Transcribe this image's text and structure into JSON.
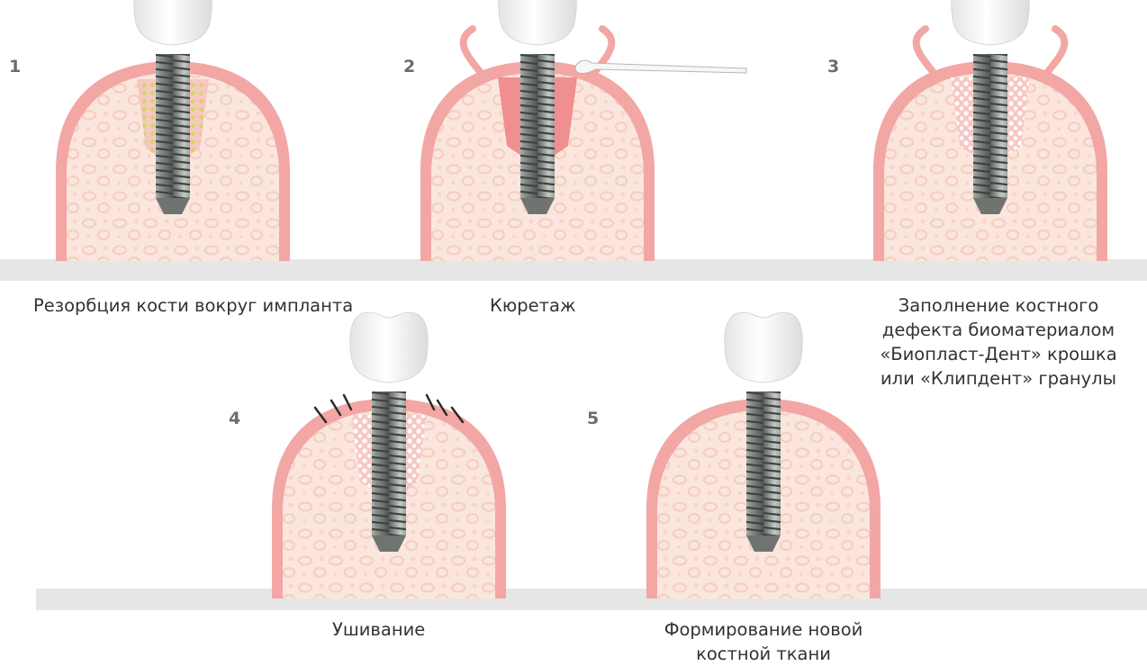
{
  "steps": [
    {
      "number": "1",
      "caption": "Резорбция кости вокруг импланта"
    },
    {
      "number": "2",
      "caption": "Кюретаж"
    },
    {
      "number": "3",
      "caption_lines": [
        "Заполнение костного",
        "дефекта биоматериалом",
        "«Биопласт-Дент» крошка",
        "или «Клипдент» гранулы"
      ]
    },
    {
      "number": "4",
      "caption": "Ушивание"
    },
    {
      "number": "5",
      "caption_lines": [
        "Формирование новой",
        "костной ткани"
      ]
    }
  ],
  "colors": {
    "gum": "#f2a7a5",
    "gum_dark": "#e9908f",
    "bone": "#fbe6de",
    "bone_pattern": "#f4cfc2",
    "defect": "#f7c7c5",
    "curetted": "#ef8f8f",
    "resorption_dots": "#d8d46a",
    "graft_granules": "#ffffff",
    "crown": "#f5f5f5",
    "implant": "#8a8f8c",
    "baseline": "#e6e6e6",
    "suture": "#2a2a2a"
  }
}
